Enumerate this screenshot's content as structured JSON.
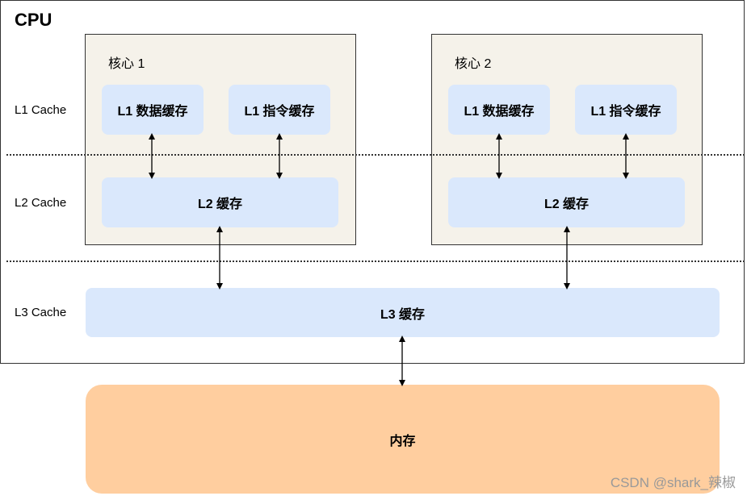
{
  "cpu": {
    "title": "CPU"
  },
  "levels": {
    "l1": "L1 Cache",
    "l2": "L2 Cache",
    "l3": "L3 Cache"
  },
  "cores": [
    {
      "title": "核心 1",
      "l1_data": "L1 数据缓存",
      "l1_instr": "L1 指令缓存",
      "l2": "L2 缓存"
    },
    {
      "title": "核心 2",
      "l1_data": "L1 数据缓存",
      "l1_instr": "L1 指令缓存",
      "l2": "L2 缓存"
    }
  ],
  "l3": {
    "label": "L3 缓存"
  },
  "memory": {
    "label": "内存"
  },
  "watermark": "CSDN @shark_辣椒",
  "colors": {
    "cache_box": "#dae8fc",
    "memory_box": "#ffce9f",
    "core_bg": "#f5f2ea"
  }
}
